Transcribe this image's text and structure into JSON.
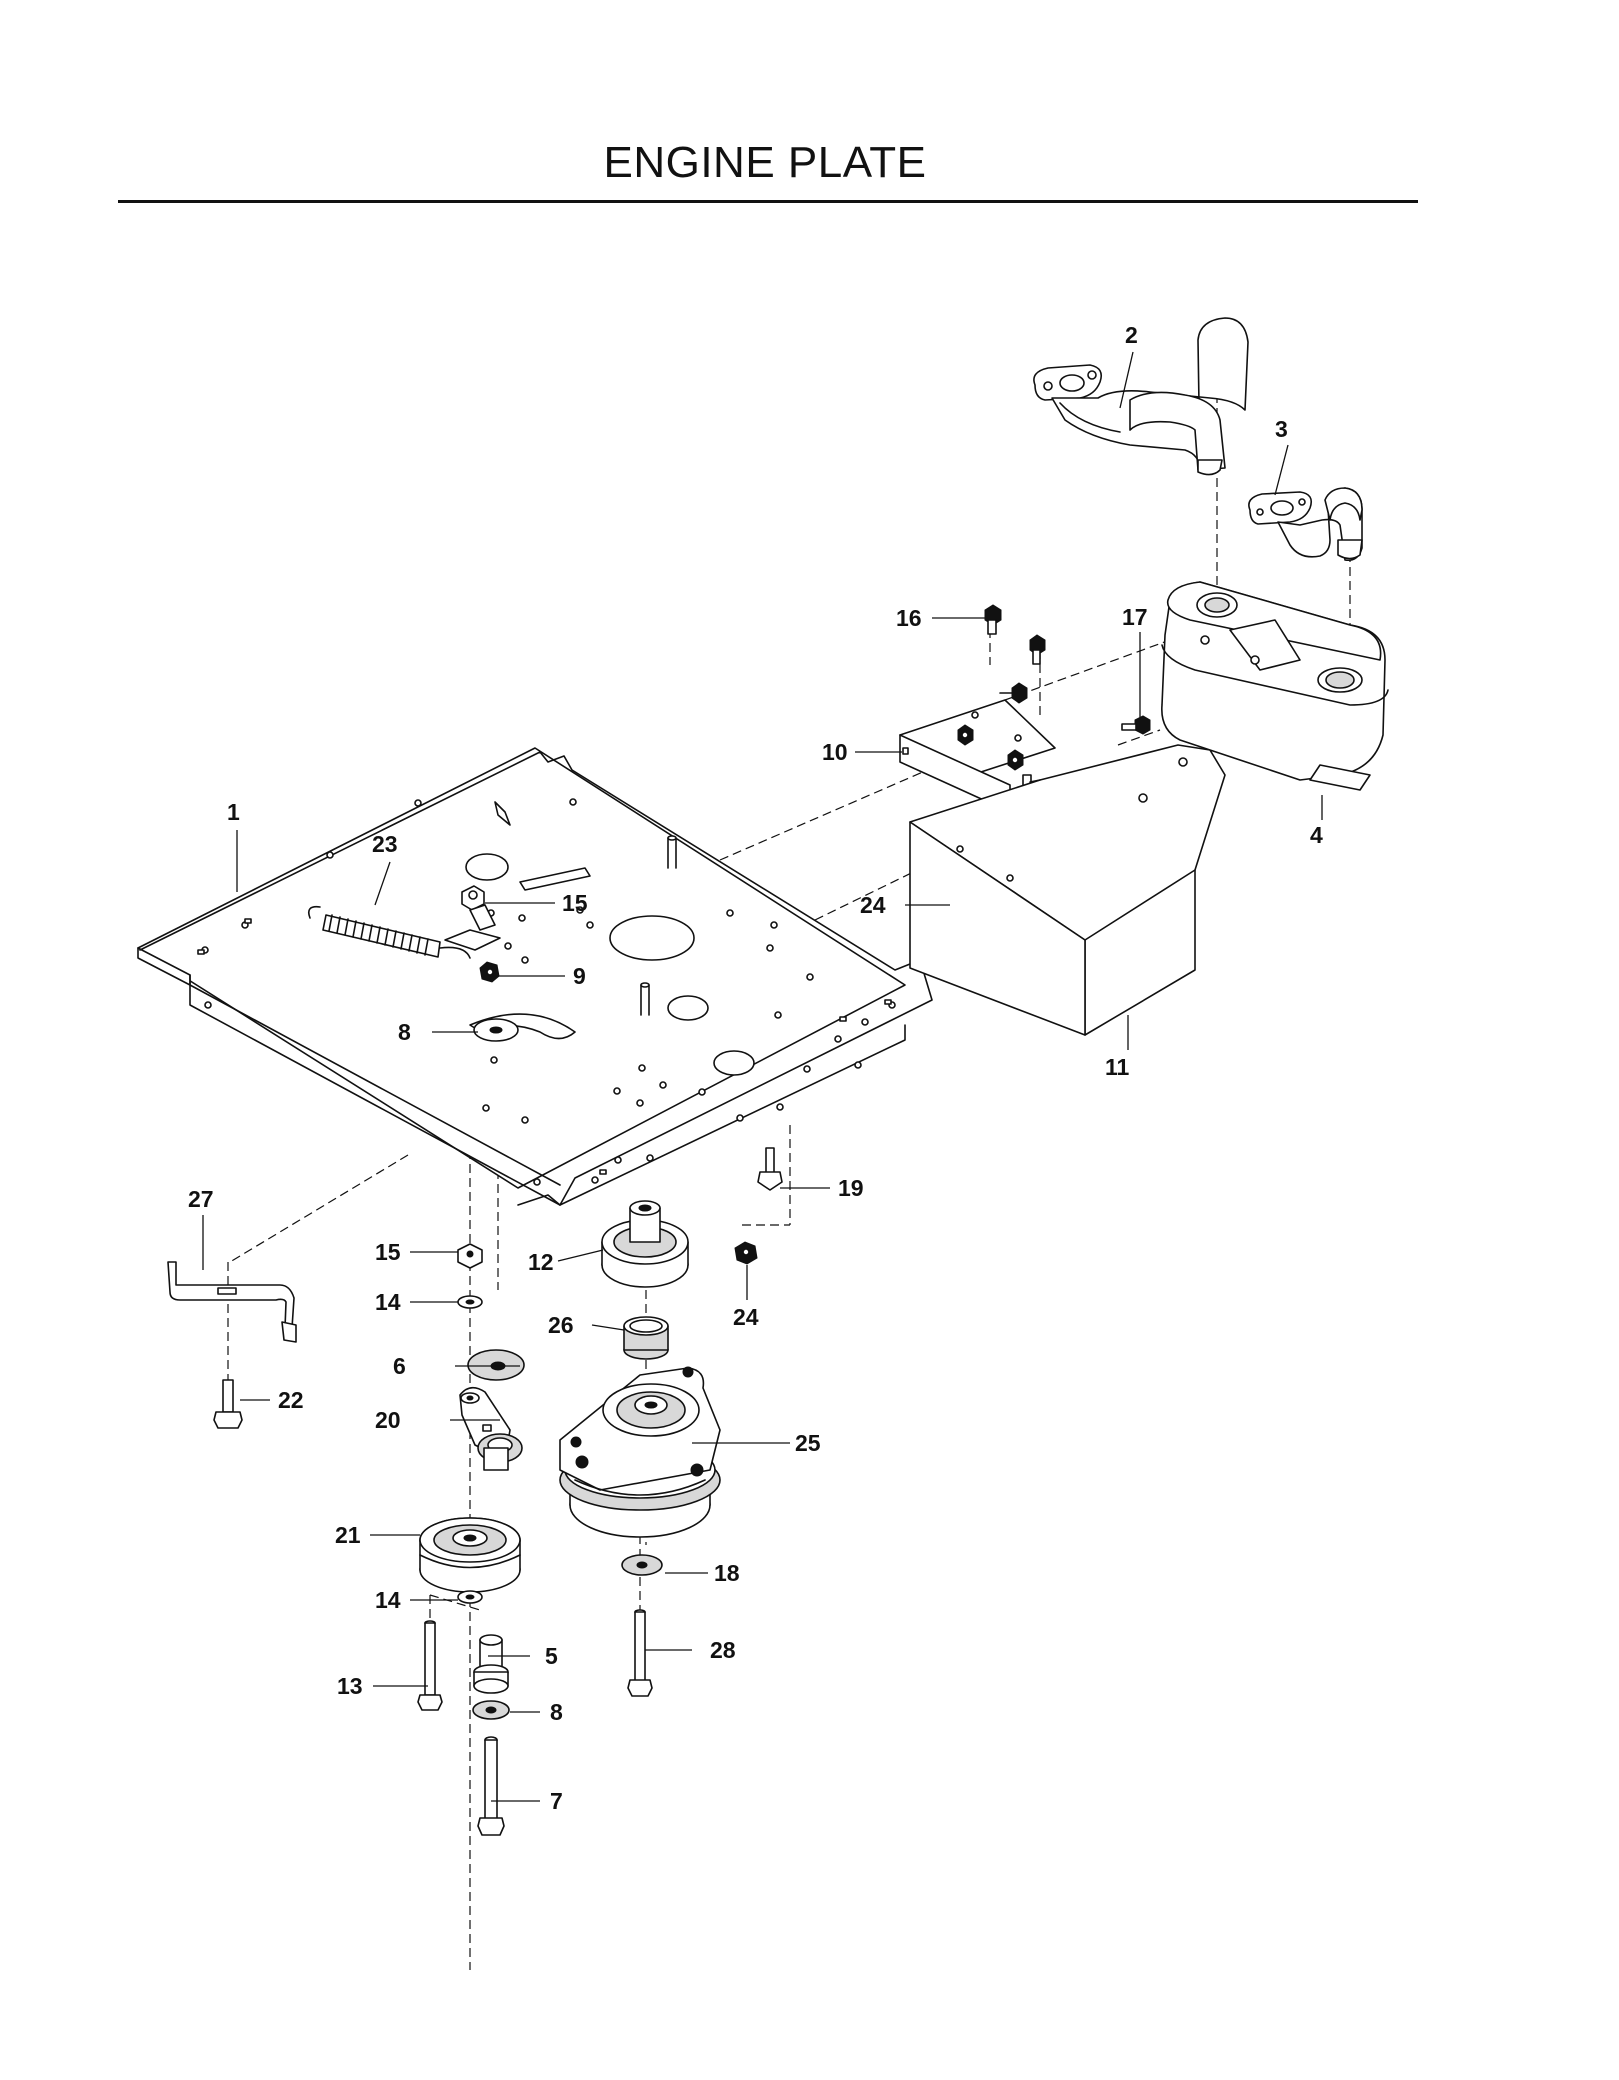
{
  "title": "ENGINE PLATE",
  "callouts": {
    "c1": "1",
    "c2": "2",
    "c3": "3",
    "c4": "4",
    "c5": "5",
    "c6": "6",
    "c7": "7",
    "c8a": "8",
    "c8b": "8",
    "c9": "9",
    "c10": "10",
    "c11": "11",
    "c12": "12",
    "c13": "13",
    "c14a": "14",
    "c14b": "14",
    "c15a": "15",
    "c15b": "15",
    "c16": "16",
    "c17": "17",
    "c18": "18",
    "c19": "19",
    "c20": "20",
    "c21": "21",
    "c22": "22",
    "c23": "23",
    "c24a": "24",
    "c24b": "24",
    "c25": "25",
    "c26": "26",
    "c27": "27",
    "c28": "28"
  }
}
